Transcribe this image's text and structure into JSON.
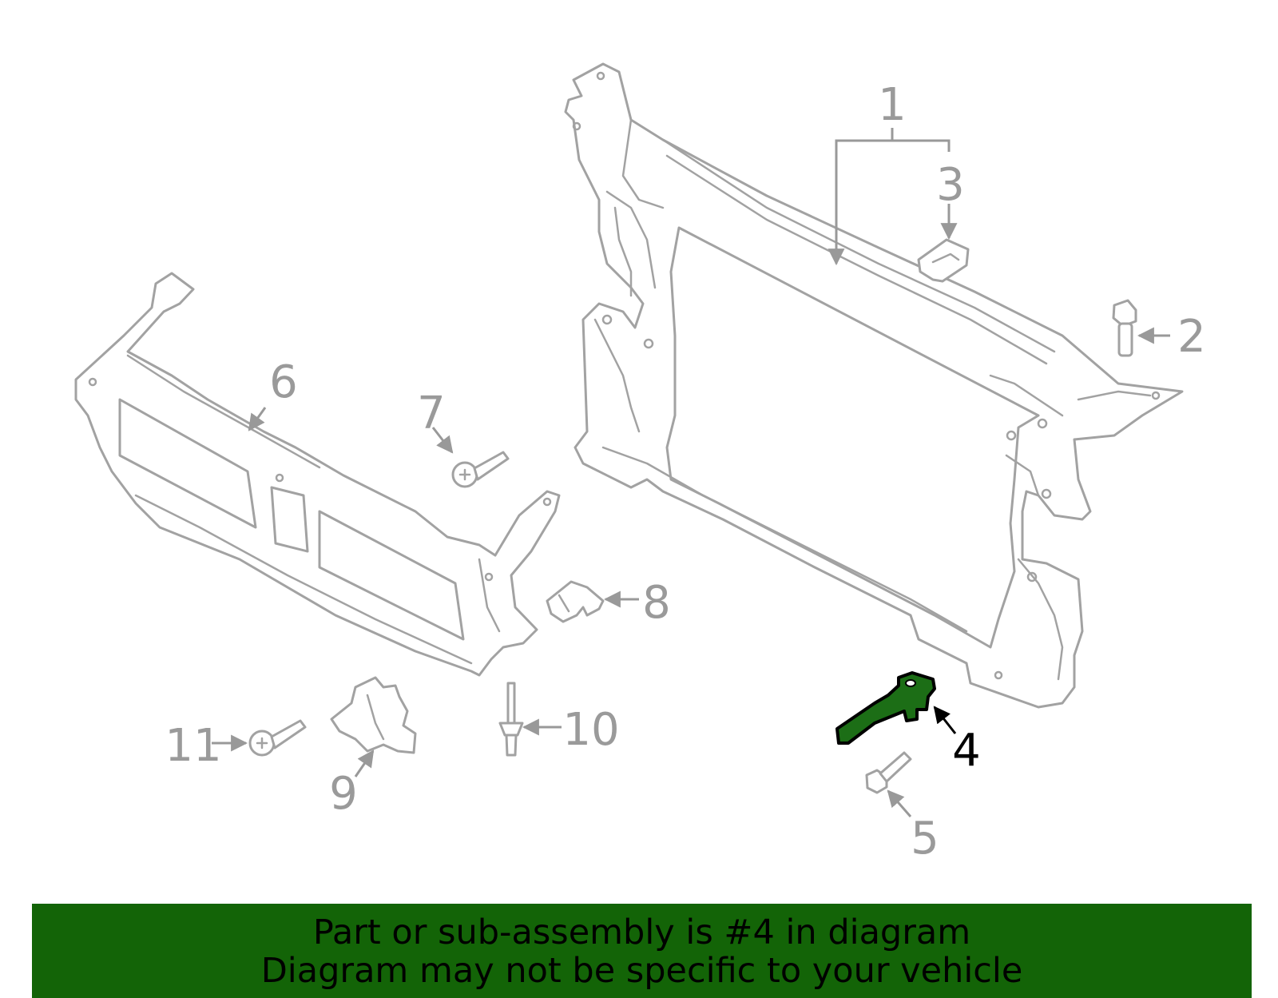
{
  "callouts": {
    "c1": "1",
    "c2": "2",
    "c3": "3",
    "c4": "4",
    "c5": "5",
    "c6": "6",
    "c7": "7",
    "c8": "8",
    "c9": "9",
    "c10": "10",
    "c11": "11"
  },
  "highlighted_part": "4",
  "banner": {
    "line1": "Part or sub-assembly is #4 in diagram",
    "line2": "Diagram may not be specific to your vehicle"
  },
  "colors": {
    "highlight": "#1c6e16",
    "banner": "#136407",
    "line_art": "#a2a2a2"
  }
}
